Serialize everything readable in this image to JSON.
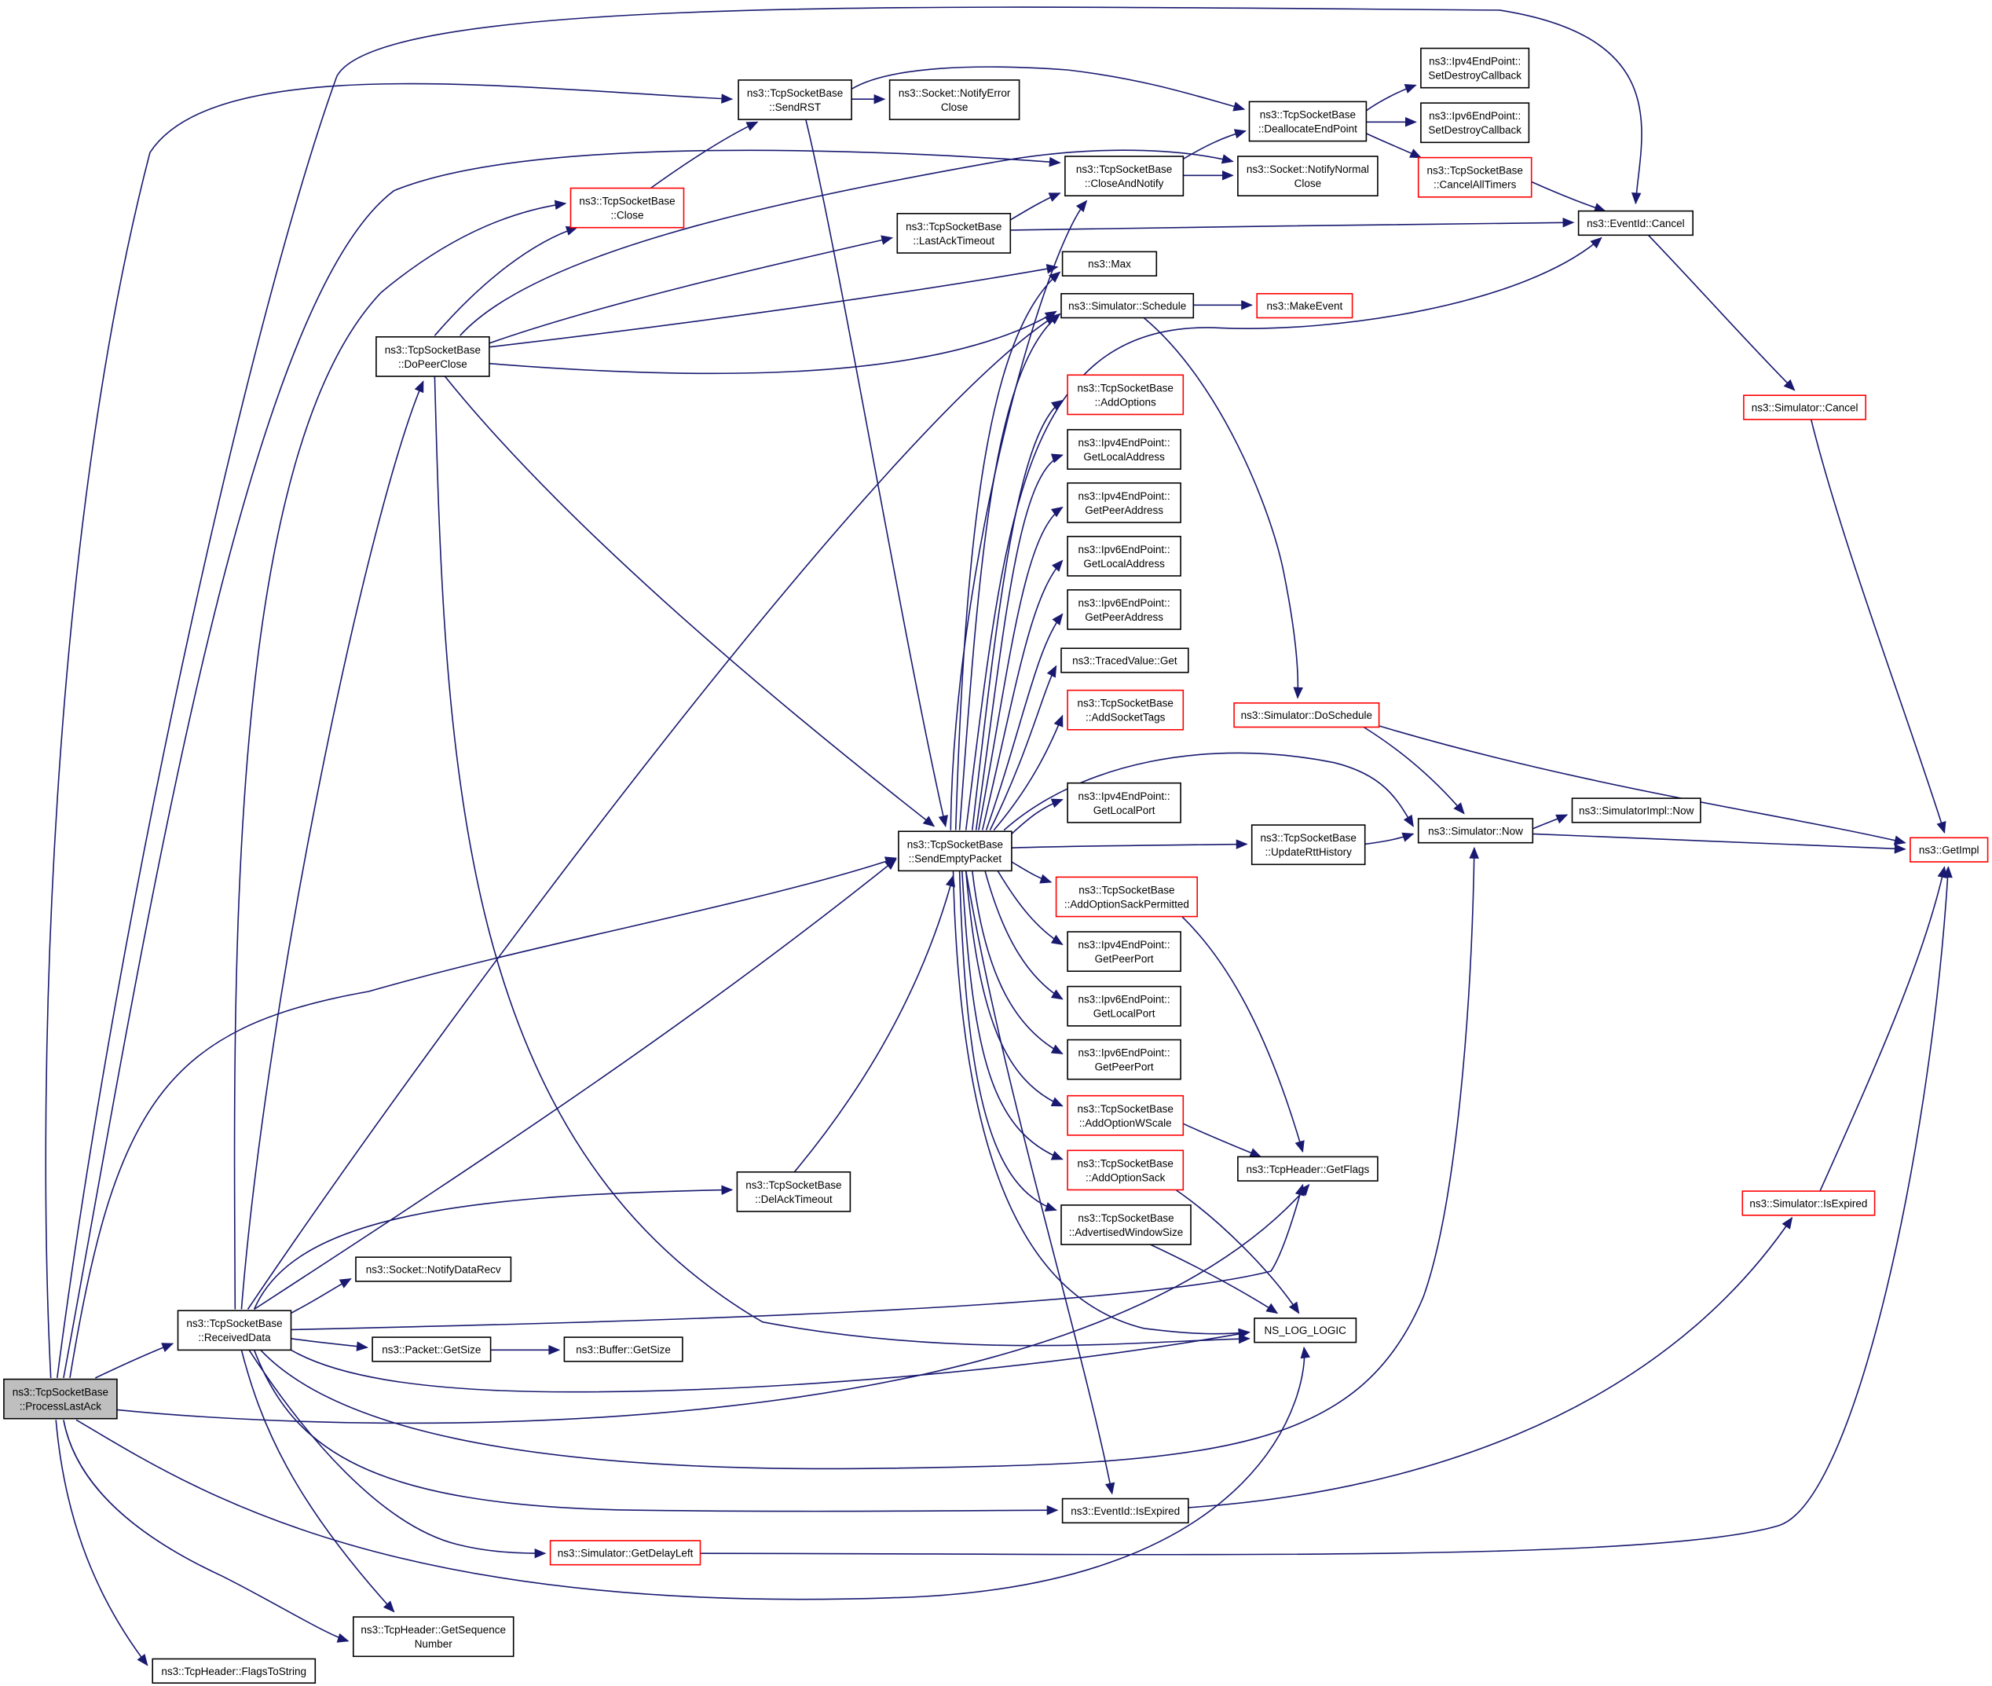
{
  "graph": {
    "root": "process_last_ack",
    "nodes": [
      {
        "id": "process_last_ack",
        "lines": [
          "ns3::TcpSocketBase",
          "::ProcessLastAck"
        ],
        "style": "root"
      },
      {
        "id": "received_data",
        "lines": [
          "ns3::TcpSocketBase",
          "::ReceivedData"
        ],
        "style": "normal"
      },
      {
        "id": "send_rst",
        "lines": [
          "ns3::TcpSocketBase",
          "::SendRST"
        ],
        "style": "normal"
      },
      {
        "id": "notify_error_close",
        "lines": [
          "ns3::Socket::NotifyError",
          "Close"
        ],
        "style": "normal"
      },
      {
        "id": "deallocate_endpoint",
        "lines": [
          "ns3::TcpSocketBase",
          "::DeallocateEndPoint"
        ],
        "style": "normal"
      },
      {
        "id": "ipv4_set_destroy_cb",
        "lines": [
          "ns3::Ipv4EndPoint::",
          "SetDestroyCallback"
        ],
        "style": "normal"
      },
      {
        "id": "ipv6_set_destroy_cb",
        "lines": [
          "ns3::Ipv6EndPoint::",
          "SetDestroyCallback"
        ],
        "style": "normal"
      },
      {
        "id": "cancel_all_timers",
        "lines": [
          "ns3::TcpSocketBase",
          "::CancelAllTimers"
        ],
        "style": "red"
      },
      {
        "id": "close",
        "lines": [
          "ns3::TcpSocketBase",
          "::Close"
        ],
        "style": "red"
      },
      {
        "id": "close_and_notify",
        "lines": [
          "ns3::TcpSocketBase",
          "::CloseAndNotify"
        ],
        "style": "normal"
      },
      {
        "id": "notify_normal_close",
        "lines": [
          "ns3::Socket::NotifyNormal",
          "Close"
        ],
        "style": "normal"
      },
      {
        "id": "last_ack_timeout",
        "lines": [
          "ns3::TcpSocketBase",
          "::LastAckTimeout"
        ],
        "style": "normal"
      },
      {
        "id": "eventid_cancel",
        "lines": [
          "ns3::EventId::Cancel"
        ],
        "style": "normal"
      },
      {
        "id": "max",
        "lines": [
          "ns3::Max"
        ],
        "style": "normal"
      },
      {
        "id": "simulator_schedule",
        "lines": [
          "ns3::Simulator::Schedule"
        ],
        "style": "normal"
      },
      {
        "id": "make_event",
        "lines": [
          "ns3::MakeEvent"
        ],
        "style": "red"
      },
      {
        "id": "do_peer_close",
        "lines": [
          "ns3::TcpSocketBase",
          "::DoPeerClose"
        ],
        "style": "normal"
      },
      {
        "id": "add_options",
        "lines": [
          "ns3::TcpSocketBase",
          "::AddOptions"
        ],
        "style": "red"
      },
      {
        "id": "simulator_cancel",
        "lines": [
          "ns3::Simulator::Cancel"
        ],
        "style": "red"
      },
      {
        "id": "ipv4_get_local_address",
        "lines": [
          "ns3::Ipv4EndPoint::",
          "GetLocalAddress"
        ],
        "style": "normal"
      },
      {
        "id": "ipv4_get_peer_address",
        "lines": [
          "ns3::Ipv4EndPoint::",
          "GetPeerAddress"
        ],
        "style": "normal"
      },
      {
        "id": "ipv6_get_local_address",
        "lines": [
          "ns3::Ipv6EndPoint::",
          "GetLocalAddress"
        ],
        "style": "normal"
      },
      {
        "id": "ipv6_get_peer_address",
        "lines": [
          "ns3::Ipv6EndPoint::",
          "GetPeerAddress"
        ],
        "style": "normal"
      },
      {
        "id": "traced_value_get",
        "lines": [
          "ns3::TracedValue::Get"
        ],
        "style": "normal"
      },
      {
        "id": "add_socket_tags",
        "lines": [
          "ns3::TcpSocketBase",
          "::AddSocketTags"
        ],
        "style": "red"
      },
      {
        "id": "simulator_do_schedule",
        "lines": [
          "ns3::Simulator::DoSchedule"
        ],
        "style": "red"
      },
      {
        "id": "ipv4_get_local_port",
        "lines": [
          "ns3::Ipv4EndPoint::",
          "GetLocalPort"
        ],
        "style": "normal"
      },
      {
        "id": "simulator_impl_now",
        "lines": [
          "ns3::SimulatorImpl::Now"
        ],
        "style": "normal"
      },
      {
        "id": "send_empty_packet",
        "lines": [
          "ns3::TcpSocketBase",
          "::SendEmptyPacket"
        ],
        "style": "normal"
      },
      {
        "id": "update_rtt_history",
        "lines": [
          "ns3::TcpSocketBase",
          "::UpdateRttHistory"
        ],
        "style": "normal"
      },
      {
        "id": "simulator_now",
        "lines": [
          "ns3::Simulator::Now"
        ],
        "style": "normal"
      },
      {
        "id": "get_impl",
        "lines": [
          "ns3::GetImpl"
        ],
        "style": "red"
      },
      {
        "id": "add_option_sack_permitted",
        "lines": [
          "ns3::TcpSocketBase",
          "::AddOptionSackPermitted"
        ],
        "style": "red"
      },
      {
        "id": "ipv4_get_peer_port",
        "lines": [
          "ns3::Ipv4EndPoint::",
          "GetPeerPort"
        ],
        "style": "normal"
      },
      {
        "id": "ipv6_get_local_port",
        "lines": [
          "ns3::Ipv6EndPoint::",
          "GetLocalPort"
        ],
        "style": "normal"
      },
      {
        "id": "ipv6_get_peer_port",
        "lines": [
          "ns3::Ipv6EndPoint::",
          "GetPeerPort"
        ],
        "style": "normal"
      },
      {
        "id": "add_option_wscale",
        "lines": [
          "ns3::TcpSocketBase",
          "::AddOptionWScale"
        ],
        "style": "red"
      },
      {
        "id": "add_option_sack",
        "lines": [
          "ns3::TcpSocketBase",
          "::AddOptionSack"
        ],
        "style": "red"
      },
      {
        "id": "tcp_header_get_flags",
        "lines": [
          "ns3::TcpHeader::GetFlags"
        ],
        "style": "normal"
      },
      {
        "id": "del_ack_timeout",
        "lines": [
          "ns3::TcpSocketBase",
          "::DelAckTimeout"
        ],
        "style": "normal"
      },
      {
        "id": "simulator_is_expired",
        "lines": [
          "ns3::Simulator::IsExpired"
        ],
        "style": "red"
      },
      {
        "id": "advertised_window_size",
        "lines": [
          "ns3::TcpSocketBase",
          "::AdvertisedWindowSize"
        ],
        "style": "normal"
      },
      {
        "id": "notify_data_recv",
        "lines": [
          "ns3::Socket::NotifyDataRecv"
        ],
        "style": "normal"
      },
      {
        "id": "ns_log_logic",
        "lines": [
          "NS_LOG_LOGIC"
        ],
        "style": "normal"
      },
      {
        "id": "packet_get_size",
        "lines": [
          "ns3::Packet::GetSize"
        ],
        "style": "normal"
      },
      {
        "id": "buffer_get_size",
        "lines": [
          "ns3::Buffer::GetSize"
        ],
        "style": "normal"
      },
      {
        "id": "eventid_is_expired",
        "lines": [
          "ns3::EventId::IsExpired"
        ],
        "style": "normal"
      },
      {
        "id": "simulator_get_delay_left",
        "lines": [
          "ns3::Simulator::GetDelayLeft"
        ],
        "style": "red"
      },
      {
        "id": "get_sequence_number",
        "lines": [
          "ns3::TcpHeader::GetSequence",
          "Number"
        ],
        "style": "normal"
      },
      {
        "id": "flags_to_string",
        "lines": [
          "ns3::TcpHeader::FlagsToString"
        ],
        "style": "normal"
      }
    ],
    "edges": [
      [
        "process_last_ack",
        "received_data"
      ],
      [
        "process_last_ack",
        "send_rst"
      ],
      [
        "process_last_ack",
        "eventid_cancel"
      ],
      [
        "process_last_ack",
        "close_and_notify"
      ],
      [
        "process_last_ack",
        "send_empty_packet"
      ],
      [
        "process_last_ack",
        "tcp_header_get_flags"
      ],
      [
        "process_last_ack",
        "ns_log_logic"
      ],
      [
        "process_last_ack",
        "get_sequence_number"
      ],
      [
        "process_last_ack",
        "flags_to_string"
      ],
      [
        "received_data",
        "close"
      ],
      [
        "received_data",
        "do_peer_close"
      ],
      [
        "received_data",
        "simulator_schedule"
      ],
      [
        "received_data",
        "send_empty_packet"
      ],
      [
        "received_data",
        "del_ack_timeout"
      ],
      [
        "received_data",
        "notify_data_recv"
      ],
      [
        "received_data",
        "packet_get_size"
      ],
      [
        "received_data",
        "tcp_header_get_flags"
      ],
      [
        "received_data",
        "ns_log_logic"
      ],
      [
        "received_data",
        "simulator_now"
      ],
      [
        "received_data",
        "eventid_is_expired"
      ],
      [
        "received_data",
        "simulator_get_delay_left"
      ],
      [
        "received_data",
        "get_sequence_number"
      ],
      [
        "send_rst",
        "notify_error_close"
      ],
      [
        "send_rst",
        "deallocate_endpoint"
      ],
      [
        "send_rst",
        "send_empty_packet"
      ],
      [
        "close",
        "send_rst"
      ],
      [
        "deallocate_endpoint",
        "ipv4_set_destroy_cb"
      ],
      [
        "deallocate_endpoint",
        "ipv6_set_destroy_cb"
      ],
      [
        "deallocate_endpoint",
        "cancel_all_timers"
      ],
      [
        "cancel_all_timers",
        "eventid_cancel"
      ],
      [
        "close_and_notify",
        "deallocate_endpoint"
      ],
      [
        "close_and_notify",
        "notify_normal_close"
      ],
      [
        "last_ack_timeout",
        "close_and_notify"
      ],
      [
        "last_ack_timeout",
        "eventid_cancel"
      ],
      [
        "do_peer_close",
        "close"
      ],
      [
        "do_peer_close",
        "notify_normal_close"
      ],
      [
        "do_peer_close",
        "last_ack_timeout"
      ],
      [
        "do_peer_close",
        "max"
      ],
      [
        "do_peer_close",
        "simulator_schedule"
      ],
      [
        "do_peer_close",
        "send_empty_packet"
      ],
      [
        "do_peer_close",
        "ns_log_logic"
      ],
      [
        "simulator_schedule",
        "make_event"
      ],
      [
        "simulator_schedule",
        "simulator_do_schedule"
      ],
      [
        "eventid_cancel",
        "simulator_cancel"
      ],
      [
        "simulator_cancel",
        "get_impl"
      ],
      [
        "simulator_do_schedule",
        "simulator_now"
      ],
      [
        "simulator_do_schedule",
        "get_impl"
      ],
      [
        "simulator_now",
        "simulator_impl_now"
      ],
      [
        "simulator_now",
        "get_impl"
      ],
      [
        "update_rtt_history",
        "simulator_now"
      ],
      [
        "del_ack_timeout",
        "send_empty_packet"
      ],
      [
        "send_empty_packet",
        "close_and_notify"
      ],
      [
        "send_empty_packet",
        "max"
      ],
      [
        "send_empty_packet",
        "simulator_schedule"
      ],
      [
        "send_empty_packet",
        "eventid_cancel"
      ],
      [
        "send_empty_packet",
        "add_options"
      ],
      [
        "send_empty_packet",
        "ipv4_get_local_address"
      ],
      [
        "send_empty_packet",
        "ipv4_get_peer_address"
      ],
      [
        "send_empty_packet",
        "ipv6_get_local_address"
      ],
      [
        "send_empty_packet",
        "ipv6_get_peer_address"
      ],
      [
        "send_empty_packet",
        "traced_value_get"
      ],
      [
        "send_empty_packet",
        "add_socket_tags"
      ],
      [
        "send_empty_packet",
        "ipv4_get_local_port"
      ],
      [
        "send_empty_packet",
        "simulator_now"
      ],
      [
        "send_empty_packet",
        "update_rtt_history"
      ],
      [
        "send_empty_packet",
        "add_option_sack_permitted"
      ],
      [
        "send_empty_packet",
        "ipv4_get_peer_port"
      ],
      [
        "send_empty_packet",
        "ipv6_get_local_port"
      ],
      [
        "send_empty_packet",
        "ipv6_get_peer_port"
      ],
      [
        "send_empty_packet",
        "add_option_wscale"
      ],
      [
        "send_empty_packet",
        "add_option_sack"
      ],
      [
        "send_empty_packet",
        "advertised_window_size"
      ],
      [
        "send_empty_packet",
        "ns_log_logic"
      ],
      [
        "send_empty_packet",
        "eventid_is_expired"
      ],
      [
        "add_option_sack_permitted",
        "tcp_header_get_flags"
      ],
      [
        "add_option_wscale",
        "tcp_header_get_flags"
      ],
      [
        "add_option_sack",
        "ns_log_logic"
      ],
      [
        "advertised_window_size",
        "ns_log_logic"
      ],
      [
        "packet_get_size",
        "buffer_get_size"
      ],
      [
        "eventid_is_expired",
        "simulator_is_expired"
      ],
      [
        "simulator_is_expired",
        "get_impl"
      ],
      [
        "simulator_get_delay_left",
        "get_impl"
      ]
    ]
  },
  "colors": {
    "edge": "#191970",
    "node_border": "#000000",
    "node_border_linked": "#ff0000",
    "node_fill": "#ffffff",
    "root_fill": "#bfbfbf"
  }
}
